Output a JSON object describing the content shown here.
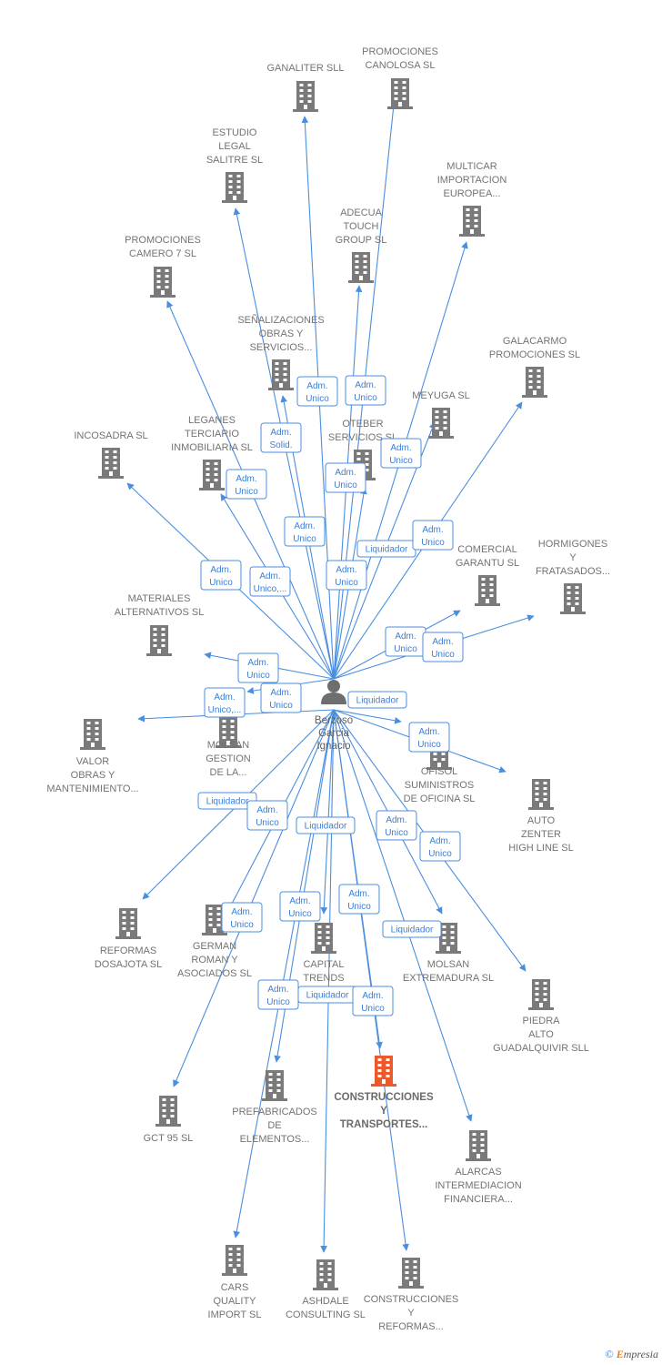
{
  "colors": {
    "edge": "#4a8ee0",
    "building": "#7a7a7a",
    "building_highlight": "#ec5a2c",
    "person": "#6e6e6e",
    "label": "#737373",
    "role_text": "#3a7fd6"
  },
  "person": {
    "lines": [
      "Berzoso",
      "Garcia",
      "Ignacio"
    ],
    "icon": "person-icon"
  },
  "companies": [
    {
      "id": "ganaliter",
      "lines": [
        "GANALITER SLL"
      ]
    },
    {
      "id": "promociones-canolosa",
      "lines": [
        "PROMOCIONES",
        "CANOLOSA SL"
      ]
    },
    {
      "id": "estudio-legal",
      "lines": [
        "ESTUDIO",
        "LEGAL",
        "SALITRE SL"
      ]
    },
    {
      "id": "multicar",
      "lines": [
        "MULTICAR",
        "IMPORTACION",
        "EUROPEA..."
      ]
    },
    {
      "id": "adecua",
      "lines": [
        "ADECUA",
        "TOUCH",
        "GROUP SL"
      ]
    },
    {
      "id": "promociones-camero",
      "lines": [
        "PROMOCIONES",
        "CAMERO 7 SL"
      ]
    },
    {
      "id": "senalizaciones",
      "lines": [
        "SEÑALIZACIONES",
        "OBRAS Y",
        "SERVICIOS..."
      ]
    },
    {
      "id": "galacarmo",
      "lines": [
        "GALACARMO",
        "PROMOCIONES SL"
      ]
    },
    {
      "id": "meyuga",
      "lines": [
        "MEYUGA SL"
      ]
    },
    {
      "id": "oteber",
      "lines": [
        "OTEBER",
        "SERVICIOS SL"
      ]
    },
    {
      "id": "incosadra",
      "lines": [
        "INCOSADRA SL"
      ]
    },
    {
      "id": "leganes",
      "lines": [
        "LEGANES",
        "TERCIARIO",
        "INMOBILIARIA SL"
      ]
    },
    {
      "id": "comercial-garantu",
      "lines": [
        "COMERCIAL",
        "GARANTU SL"
      ]
    },
    {
      "id": "hormigones",
      "lines": [
        "HORMIGONES",
        "Y",
        "FRATASADOS..."
      ]
    },
    {
      "id": "materiales",
      "lines": [
        "MATERIALES",
        "ALTERNATIVOS SL"
      ]
    },
    {
      "id": "valor-obras",
      "lines": [
        "VALOR",
        "OBRAS Y",
        "MANTENIMIENTO..."
      ]
    },
    {
      "id": "molsan-gestion",
      "lines": [
        "MOLSAN",
        "GESTION",
        "DE LA..."
      ]
    },
    {
      "id": "ofisol",
      "lines": [
        "OFISOL",
        "SUMINISTROS",
        "DE OFICINA SL"
      ]
    },
    {
      "id": "auto-zenter",
      "lines": [
        "AUTO",
        "ZENTER",
        "HIGH LINE SL"
      ]
    },
    {
      "id": "reformas-dosajota",
      "lines": [
        "REFORMAS",
        "DOSAJOTA SL"
      ]
    },
    {
      "id": "german-roman",
      "lines": [
        "GERMAN",
        "ROMAN Y",
        "ASOCIADOS SL"
      ]
    },
    {
      "id": "capital-trends",
      "lines": [
        "CAPITAL",
        "TRENDS"
      ]
    },
    {
      "id": "molsan-extremadura",
      "lines": [
        "MOLSAN",
        "EXTREMADURA SL"
      ]
    },
    {
      "id": "piedra-alto",
      "lines": [
        "PIEDRA",
        "ALTO",
        "GUADALQUIVIR SLL"
      ]
    },
    {
      "id": "construcciones-transportes",
      "lines": [
        "CONSTRUCCIONES",
        "Y",
        "TRANSPORTES..."
      ],
      "highlight": true
    },
    {
      "id": "prefabricados",
      "lines": [
        "PREFABRICADOS",
        "DE",
        "ELEMENTOS..."
      ]
    },
    {
      "id": "gct95",
      "lines": [
        "GCT 95 SL"
      ]
    },
    {
      "id": "alarcas",
      "lines": [
        "ALARCAS",
        "INTERMEDIACION",
        "FINANCIERA..."
      ]
    },
    {
      "id": "cars-quality",
      "lines": [
        "CARS",
        "QUALITY",
        "IMPORT SL"
      ]
    },
    {
      "id": "ashdale",
      "lines": [
        "ASHDALE",
        "CONSULTING SL"
      ]
    },
    {
      "id": "construcciones-reformas",
      "lines": [
        "CONSTRUCCIONES",
        "Y",
        "REFORMAS..."
      ]
    }
  ],
  "roles": [
    {
      "lines": [
        "Adm.",
        "Unico"
      ]
    },
    {
      "lines": [
        "Adm.",
        "Unico"
      ]
    },
    {
      "lines": [
        "Adm.",
        "Solid."
      ]
    },
    {
      "lines": [
        "Adm.",
        "Unico"
      ]
    },
    {
      "lines": [
        "Adm.",
        "Unico"
      ]
    },
    {
      "lines": [
        "Adm.",
        "Unico"
      ]
    },
    {
      "lines": [
        "Adm.",
        "Unico"
      ]
    },
    {
      "lines": [
        "Liquidador"
      ]
    },
    {
      "lines": [
        "Adm.",
        "Unico"
      ]
    },
    {
      "lines": [
        "Adm.",
        "Unico"
      ]
    },
    {
      "lines": [
        "Adm.",
        "Unico,..."
      ]
    },
    {
      "lines": [
        "Adm.",
        "Unico"
      ]
    },
    {
      "lines": [
        "Adm.",
        "Unico"
      ]
    },
    {
      "lines": [
        "Adm.",
        "Unico"
      ]
    },
    {
      "lines": [
        "Adm.",
        "Unico"
      ]
    },
    {
      "lines": [
        "Adm.",
        "Unico,..."
      ]
    },
    {
      "lines": [
        "Adm.",
        "Unico"
      ]
    },
    {
      "lines": [
        "Liquidador"
      ]
    },
    {
      "lines": [
        "Adm.",
        "Unico"
      ]
    },
    {
      "lines": [
        "Liquidador"
      ]
    },
    {
      "lines": [
        "Adm.",
        "Unico"
      ]
    },
    {
      "lines": [
        "Liquidador"
      ]
    },
    {
      "lines": [
        "Adm.",
        "Unico"
      ]
    },
    {
      "lines": [
        "Adm.",
        "Unico"
      ]
    },
    {
      "lines": [
        "Adm.",
        "Unico"
      ]
    },
    {
      "lines": [
        "Adm.",
        "Unico"
      ]
    },
    {
      "lines": [
        "Adm.",
        "Unico"
      ]
    },
    {
      "lines": [
        "Liquidador"
      ]
    },
    {
      "lines": [
        "Adm.",
        "Unico"
      ]
    },
    {
      "lines": [
        "Liquidador"
      ]
    },
    {
      "lines": [
        "Adm.",
        "Unico"
      ]
    },
    {
      "lines": [
        "Adm.",
        "Unico"
      ]
    }
  ],
  "brand": {
    "copyright": "©",
    "initial": "E",
    "rest": "mpresia"
  }
}
